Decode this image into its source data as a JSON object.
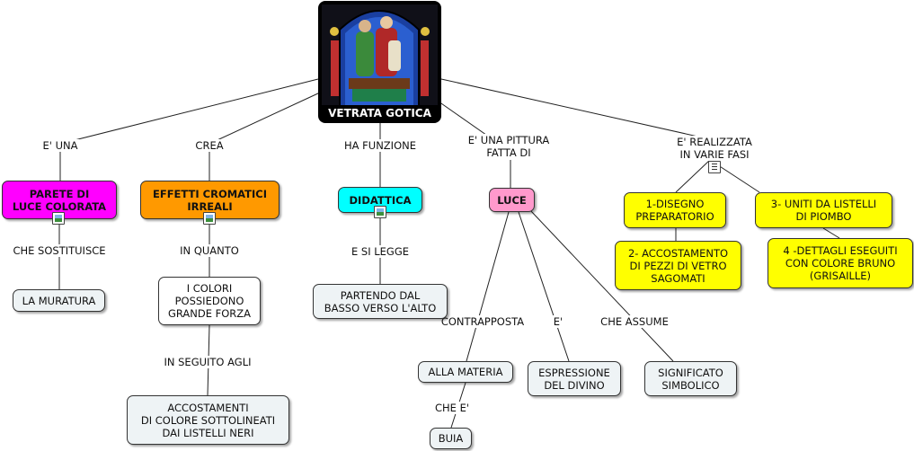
{
  "central": {
    "title": "VETRATA GOTICA",
    "image": "stained-glass-window"
  },
  "nodes": {
    "parete": "PARETE DI\nLUCE COLORATA",
    "muratura": "LA MURATURA",
    "effetti": "EFFETTI CROMATICI\nIRREALI",
    "colori": "I COLORI\nPOSSIEDONO\nGRANDE FORZA",
    "accostamenti": "ACCOSTAMENTI\nDI COLORE SOTTOLINEATI\nDAI LISTELLI NERI",
    "didattica": "DIDATTICA",
    "partendo": "PARTENDO DAL\nBASSO VERSO L'ALTO",
    "luce": "LUCE",
    "materia": "ALLA MATERIA",
    "buia": "BUIA",
    "espressione": "ESPRESSIONE\nDEL DIVINO",
    "significato": "SIGNIFICATO\nSIMBOLICO",
    "disegno": "1-DISEGNO\nPREPARATORIO",
    "accostamento": "2- ACCOSTAMENTO\nDI PEZZI DI VETRO\nSAGOMATI",
    "uniti": "3- UNITI DA LISTELLI\nDI PIOMBO",
    "dettagli": "4 -DETTAGLI ESEGUITI\nCON COLORE BRUNO\n(GRISAILLE)"
  },
  "labels": {
    "e_una": "E' UNA",
    "crea": "CREA",
    "ha_funzione": "HA FUNZIONE",
    "pittura": "E' UNA PITTURA\nFATTA DI",
    "realizzata": "E' REALIZZATA\nIN VARIE FASI",
    "sostituisce": "CHE SOSTITUISCE",
    "in_quanto": "IN QUANTO",
    "in_seguito": "IN SEGUITO AGLI",
    "si_legge": "E SI LEGGE",
    "contrapposta": "CONTRAPPOSTA",
    "e": "E'",
    "assume": "CHE ASSUME",
    "che_e": "CHE E'"
  },
  "colors": {
    "magenta": "#ff00ff",
    "orange": "#ff9900",
    "cyan": "#00ffff",
    "pink": "#ff99cc",
    "yellow": "#ffff00",
    "pale": "#eef3f5"
  }
}
